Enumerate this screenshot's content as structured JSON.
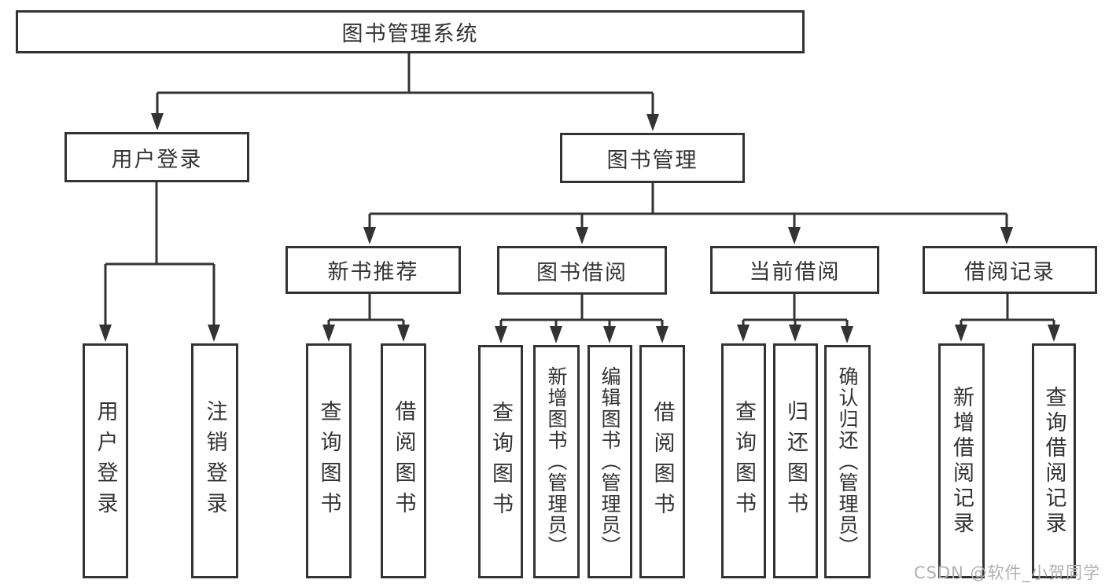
{
  "diagram": {
    "nodes": {
      "root": "图书管理系统",
      "user_login": "用户登录",
      "book_mgmt": "图书管理",
      "new_books": "新书推荐",
      "book_borrow": "图书借阅",
      "current_borrow": "当前借阅",
      "borrow_records": "借阅记录",
      "ul_login": "用户登录",
      "ul_logout": "注销登录",
      "nb_query": "查询图书",
      "nb_borrow": "借阅图书",
      "bb_query": "查询图书",
      "bb_add": "新增图书（管理员）",
      "bb_edit": "编辑图书（管理员）",
      "bb_borrow": "借阅图书",
      "cb_query": "查询图书",
      "cb_return": "归还图书",
      "cb_confirm": "确认归还（管理员）",
      "br_add": "新增借阅记录",
      "br_query": "查询借阅记录"
    },
    "watermark": "CSDN @软件_小贺同学",
    "colors": {
      "line": "#333333",
      "text": "#333333",
      "box_background": "#ffffff",
      "watermark": "#b0b0b0",
      "background": "#ffffff"
    }
  }
}
